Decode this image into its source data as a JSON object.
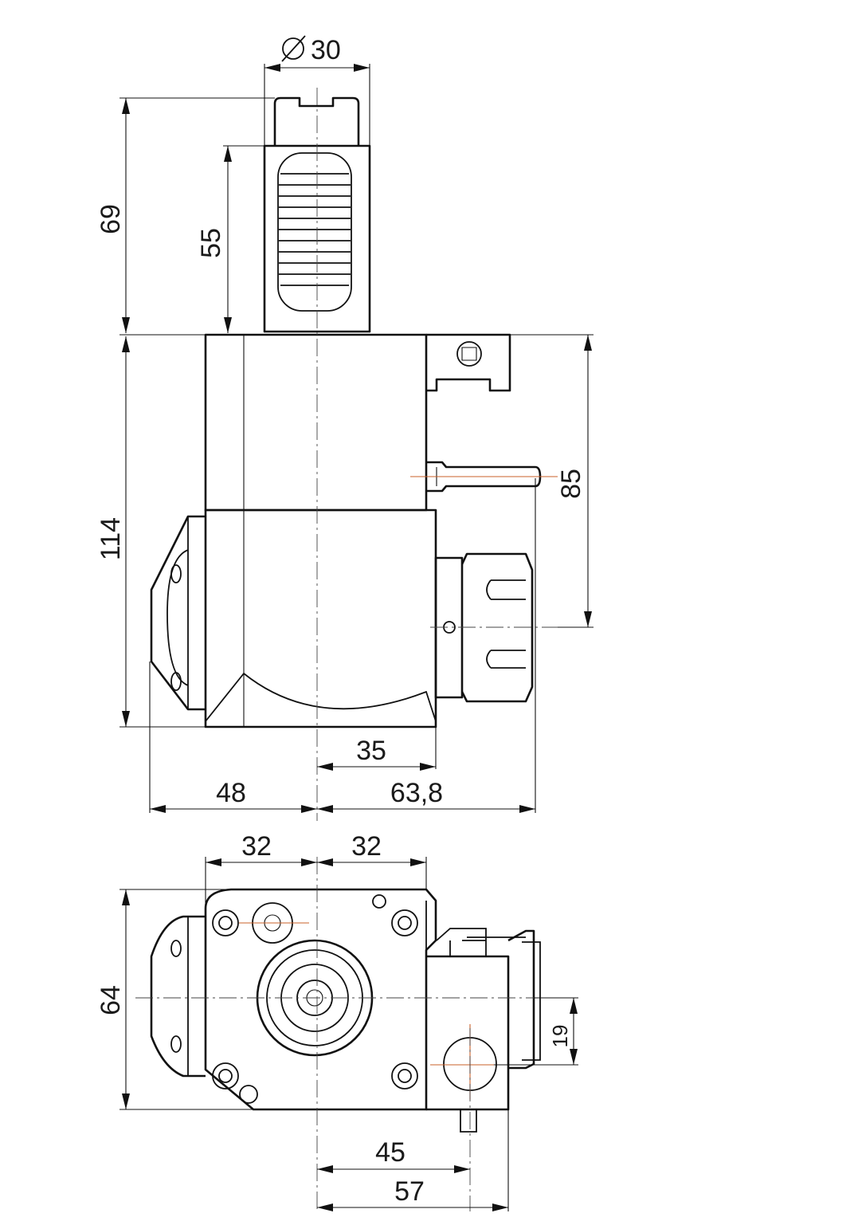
{
  "dimensions": {
    "shank_diameter": "30",
    "overall_height_top": "69",
    "shank_length": "55",
    "body_height": "114",
    "outlet_offset": "85",
    "outlet_length": "35",
    "left_extent": "48",
    "right_extent": "63,8",
    "half_width_left": "32",
    "half_width_right": "32",
    "depth": "64",
    "plug_offset": "19",
    "plug_distance": "45",
    "bracket_distance": "57"
  }
}
